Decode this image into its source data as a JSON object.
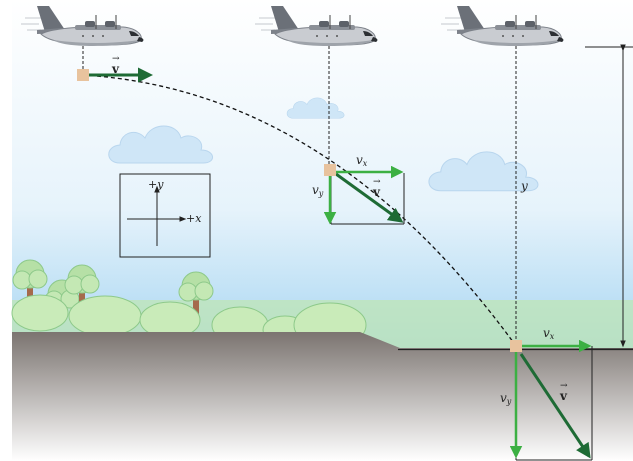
{
  "colors": {
    "sky_top": "#ffffff",
    "sky_bottom": "#a8d6f2",
    "grass": "#b6e0a6",
    "ground_top": "#7b7470",
    "ground_bottom": "#ffffff",
    "arrow_light": "#3cb043",
    "arrow_dark": "#1e6b35",
    "package": "#e8c39e",
    "trajectory": "#111111"
  },
  "labels": {
    "v_top": "v",
    "vx_mid_base": "v",
    "vx_mid_sub": "x",
    "vy_mid_base": "v",
    "vy_mid_sub": "y",
    "v_mid": "v",
    "y_height": "y",
    "vx_low_base": "v",
    "vx_low_sub": "x",
    "vy_low_base": "v",
    "vy_low_sub": "y",
    "v_low": "v",
    "axis_plus_y": "+y",
    "axis_plus_x": "+x"
  },
  "icons": {
    "plane": "cargo-plane-icon",
    "package": "package-icon",
    "cloud": "cloud-icon",
    "tree": "tree-icon"
  }
}
